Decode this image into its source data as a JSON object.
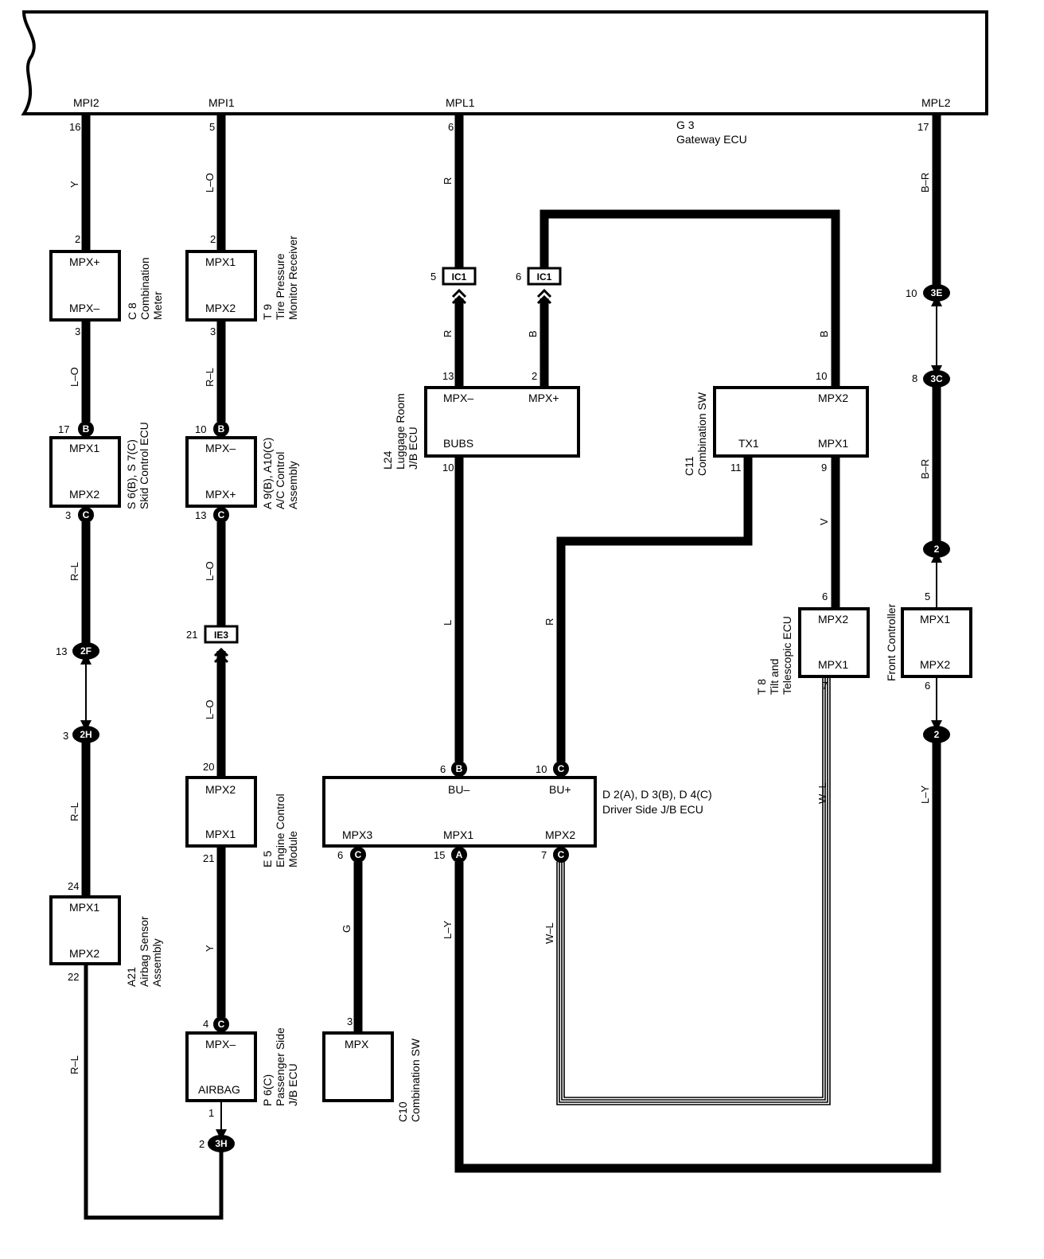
{
  "gateway": {
    "name": "Gateway ECU",
    "code": "G 3",
    "pins": {
      "mpi2": "MPI2",
      "mpi1": "MPI1",
      "mpl1": "MPL1",
      "mpl2": "MPL2"
    },
    "pin_numbers": {
      "mpi2": "16",
      "mpi1": "5",
      "mpl1": "6",
      "mpl2": "17"
    }
  },
  "components": {
    "c8": {
      "code": "C 8",
      "name_lines": [
        "Combination",
        "Meter"
      ],
      "top": "MPX+",
      "bottom": "MPX–"
    },
    "t9": {
      "code": "T 9",
      "name_lines": [
        "Tire Pressure",
        "Monitor Receiver"
      ],
      "top": "MPX1",
      "bottom": "MPX2"
    },
    "s6": {
      "code": "S 6(B), S 7(C)",
      "name_lines": [
        "Skid Control ECU"
      ],
      "top": "MPX1",
      "bottom": "MPX2"
    },
    "a9": {
      "code": "A 9(B), A10(C)",
      "name_lines": [
        "A/C Control",
        "Assembly"
      ],
      "top": "MPX–",
      "bottom": "MPX+"
    },
    "e5": {
      "code": "E 5",
      "name_lines": [
        "Engine Control",
        "Module"
      ],
      "top": "MPX2",
      "bottom": "MPX1"
    },
    "a21": {
      "code": "A21",
      "name_lines": [
        "Airbag Sensor",
        "Assembly"
      ],
      "top": "MPX1",
      "bottom": "MPX2"
    },
    "p6": {
      "code": "P 6(C)",
      "name_lines": [
        "Passenger Side",
        "J/B ECU"
      ],
      "top": "MPX–",
      "bottom": "AIRBAG"
    },
    "l24": {
      "code": "L24",
      "name_lines": [
        "Luggage Room",
        "J/B ECU"
      ],
      "left": "MPX–",
      "right": "MPX+",
      "bottom": "BUBS"
    },
    "c11": {
      "code": "C11",
      "name_lines": [
        "Combination SW"
      ],
      "right_top": "MPX2",
      "left_bottom": "TX1",
      "right_bottom": "MPX1"
    },
    "t8": {
      "code": "T 8",
      "name_lines": [
        "Tilt and",
        "Telescopic ECU"
      ],
      "top": "MPX2",
      "bottom": "MPX1"
    },
    "fc": {
      "code": "",
      "name_lines": [
        "Front Controller"
      ],
      "top": "MPX1",
      "bottom": "MPX2"
    },
    "d2": {
      "code": "D 2(A), D 3(B), D 4(C)",
      "name_lines": [
        "Driver Side J/B ECU"
      ],
      "bu_minus": "BU–",
      "bu_plus": "BU+",
      "mpx3": "MPX3",
      "mpx1": "MPX1",
      "mpx2": "MPX2"
    },
    "c10": {
      "code": "C10",
      "name_lines": [
        "Combination SW"
      ],
      "top": "MPX"
    }
  },
  "wire_colors": {
    "y1": "Y",
    "lo1": "L–O",
    "r1": "R",
    "br1": "B–R",
    "lo2": "L–O",
    "rl1": "R–L",
    "r2": "R",
    "b1": "B",
    "b2": "B",
    "rl2": "R–L",
    "lo3": "L–O",
    "br2": "B–R",
    "v1": "V",
    "l1": "L",
    "r3": "R",
    "lo4": "L–O",
    "rl3": "R–L",
    "y2": "Y",
    "g1": "G",
    "ly1": "L–Y",
    "wl1": "W–L",
    "wl2": "W–L",
    "rl4": "R–L",
    "ly2": "L–Y"
  },
  "pins": {
    "c8_2": "2",
    "c8_3": "3",
    "t9_2": "2",
    "t9_3": "3",
    "s6_17": "17",
    "s6_3": "3",
    "a9_10": "10",
    "a9_13": "13",
    "ic1_5": "5",
    "ic1_6": "6",
    "l24_13": "13",
    "l24_2": "2",
    "l24_10": "10",
    "c11_10": "10",
    "c11_11": "11",
    "c11_9": "9",
    "j2f_13": "13",
    "j2h_3": "3",
    "ie3_21": "21",
    "e5_20": "20",
    "e5_21": "21",
    "a21_24": "24",
    "a21_22": "22",
    "p6_4": "4",
    "p6_1": "1",
    "j3h_2": "2",
    "d2_6": "6",
    "d2_10": "10",
    "d2_6b": "6",
    "d2_15": "15",
    "d2_7": "7",
    "c10_3": "3",
    "t8_6": "6",
    "t8_7": "7",
    "fc_5": "5",
    "fc_6": "6",
    "j3e_10": "10",
    "j3c_8": "8"
  },
  "connectors": {
    "b": "B",
    "c": "C",
    "a": "A",
    "ic1": "IC1",
    "ie3": "IE3",
    "j2f": "2F",
    "j2h": "2H",
    "j3h": "3H",
    "j3e": "3E",
    "j3c": "3C",
    "j2": "2"
  }
}
